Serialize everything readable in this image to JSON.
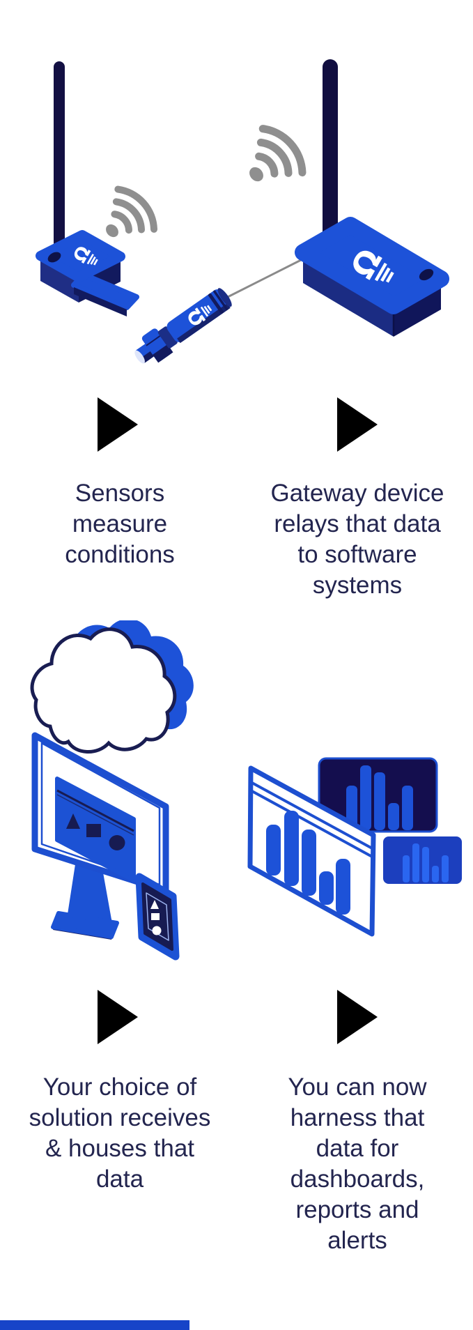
{
  "palette": {
    "primary_blue": "#1d52d8",
    "navy_mid": "#1f2e85",
    "navy_dark": "#121a5e",
    "antenna_navy": "#131043",
    "panel_dark_navy": "#140e4e",
    "panel_mid_blue": "#1c3fbe",
    "panel_small_bars_blue": "#2a66f0",
    "wifi_gray": "#8f8f8f",
    "cable_gray": "#8a8a8a",
    "text_navy": "#23254f",
    "arrow_black": "#000000",
    "bottom_bar_blue": "#1744c8"
  },
  "steps": [
    {
      "caption": "Sensors\nmeasure\nconditions"
    },
    {
      "caption": "Gateway device\nrelays that data\nto software\nsystems"
    },
    {
      "caption": "Your choice of\nsolution receives\n& houses that\ndata"
    },
    {
      "caption": "You can now\nharness that\ndata for\ndashboards,\nreports and\nalerts"
    }
  ],
  "illustrations": {
    "logo_omega": "Ω",
    "sensor_unit": "wireless sensor with antenna and wifi signal",
    "probe": "wired probe sensor",
    "gateway_unit": "gateway device with antenna and wifi signal",
    "cloud": "cloud",
    "monitor": "desktop monitor with shapes on screen",
    "phone": "mobile phone with shapes on screen",
    "dashboard_panels": {
      "front_white_panel_bars": [
        73,
        108,
        95,
        48,
        80
      ],
      "dark_navy_panel_bars": [
        64,
        93,
        83,
        39,
        64
      ],
      "small_blue_panel_bars": [
        39,
        56,
        51,
        24,
        39
      ]
    }
  }
}
